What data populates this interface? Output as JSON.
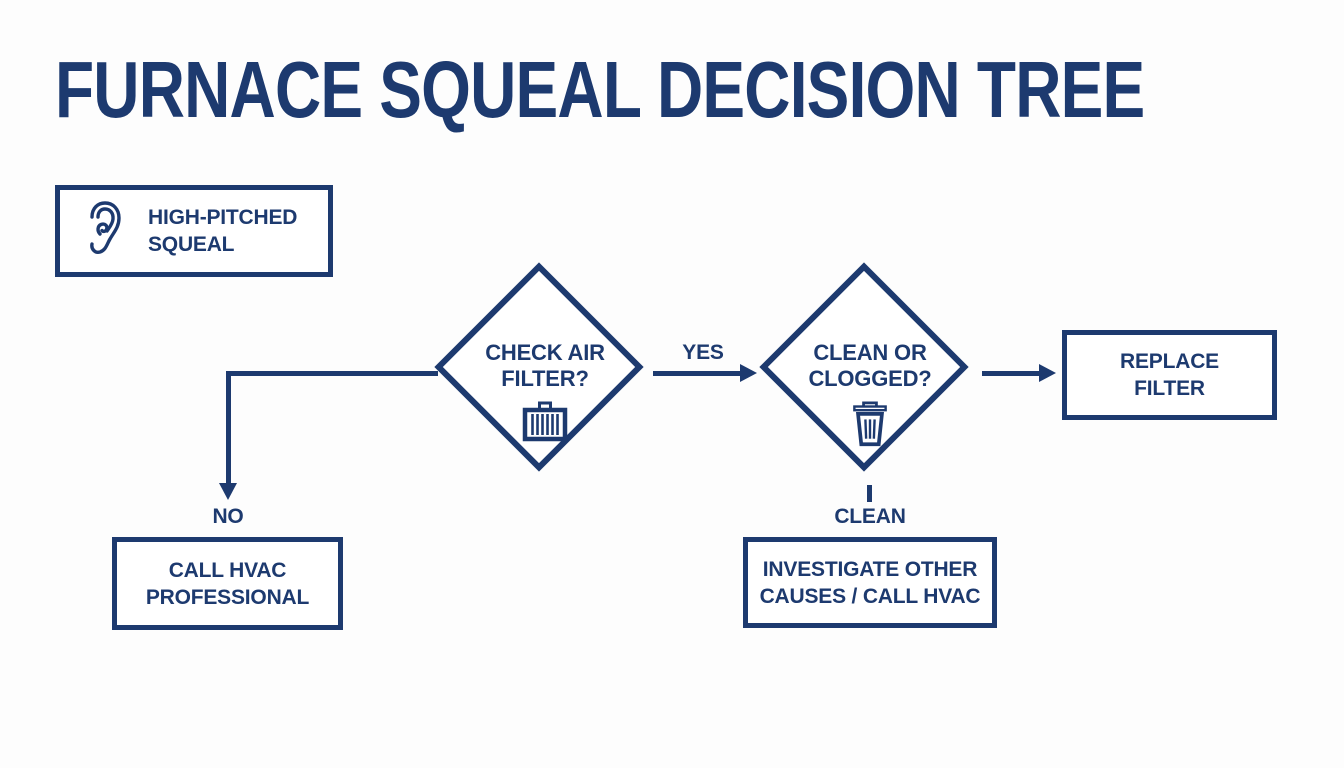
{
  "colors": {
    "navy": "#1d3a6f",
    "background": "#fdfdfd"
  },
  "title": "FURNACE SQUEAL DECISION TREE",
  "nodes": {
    "start": {
      "line1": "HIGH-PITCHED",
      "line2": "SQUEAL",
      "icon": "ear-icon"
    },
    "check_filter": {
      "line1": "CHECK AIR",
      "line2": "FILTER?",
      "icon": "air-filter-icon"
    },
    "clean_or_clogged": {
      "line1": "CLEAN OR",
      "line2": "CLOGGED?",
      "icon": "trash-icon"
    },
    "replace_filter": {
      "line1": "REPLACE",
      "line2": "FILTER"
    },
    "call_hvac": {
      "line1": "CALL HVAC",
      "line2": "PROFESSIONAL"
    },
    "investigate": {
      "line1": "INVESTIGATE OTHER",
      "line2": "CAUSES / CALL HVAC"
    }
  },
  "edge_labels": {
    "yes": "YES",
    "no": "NO",
    "clean": "CLEAN"
  }
}
